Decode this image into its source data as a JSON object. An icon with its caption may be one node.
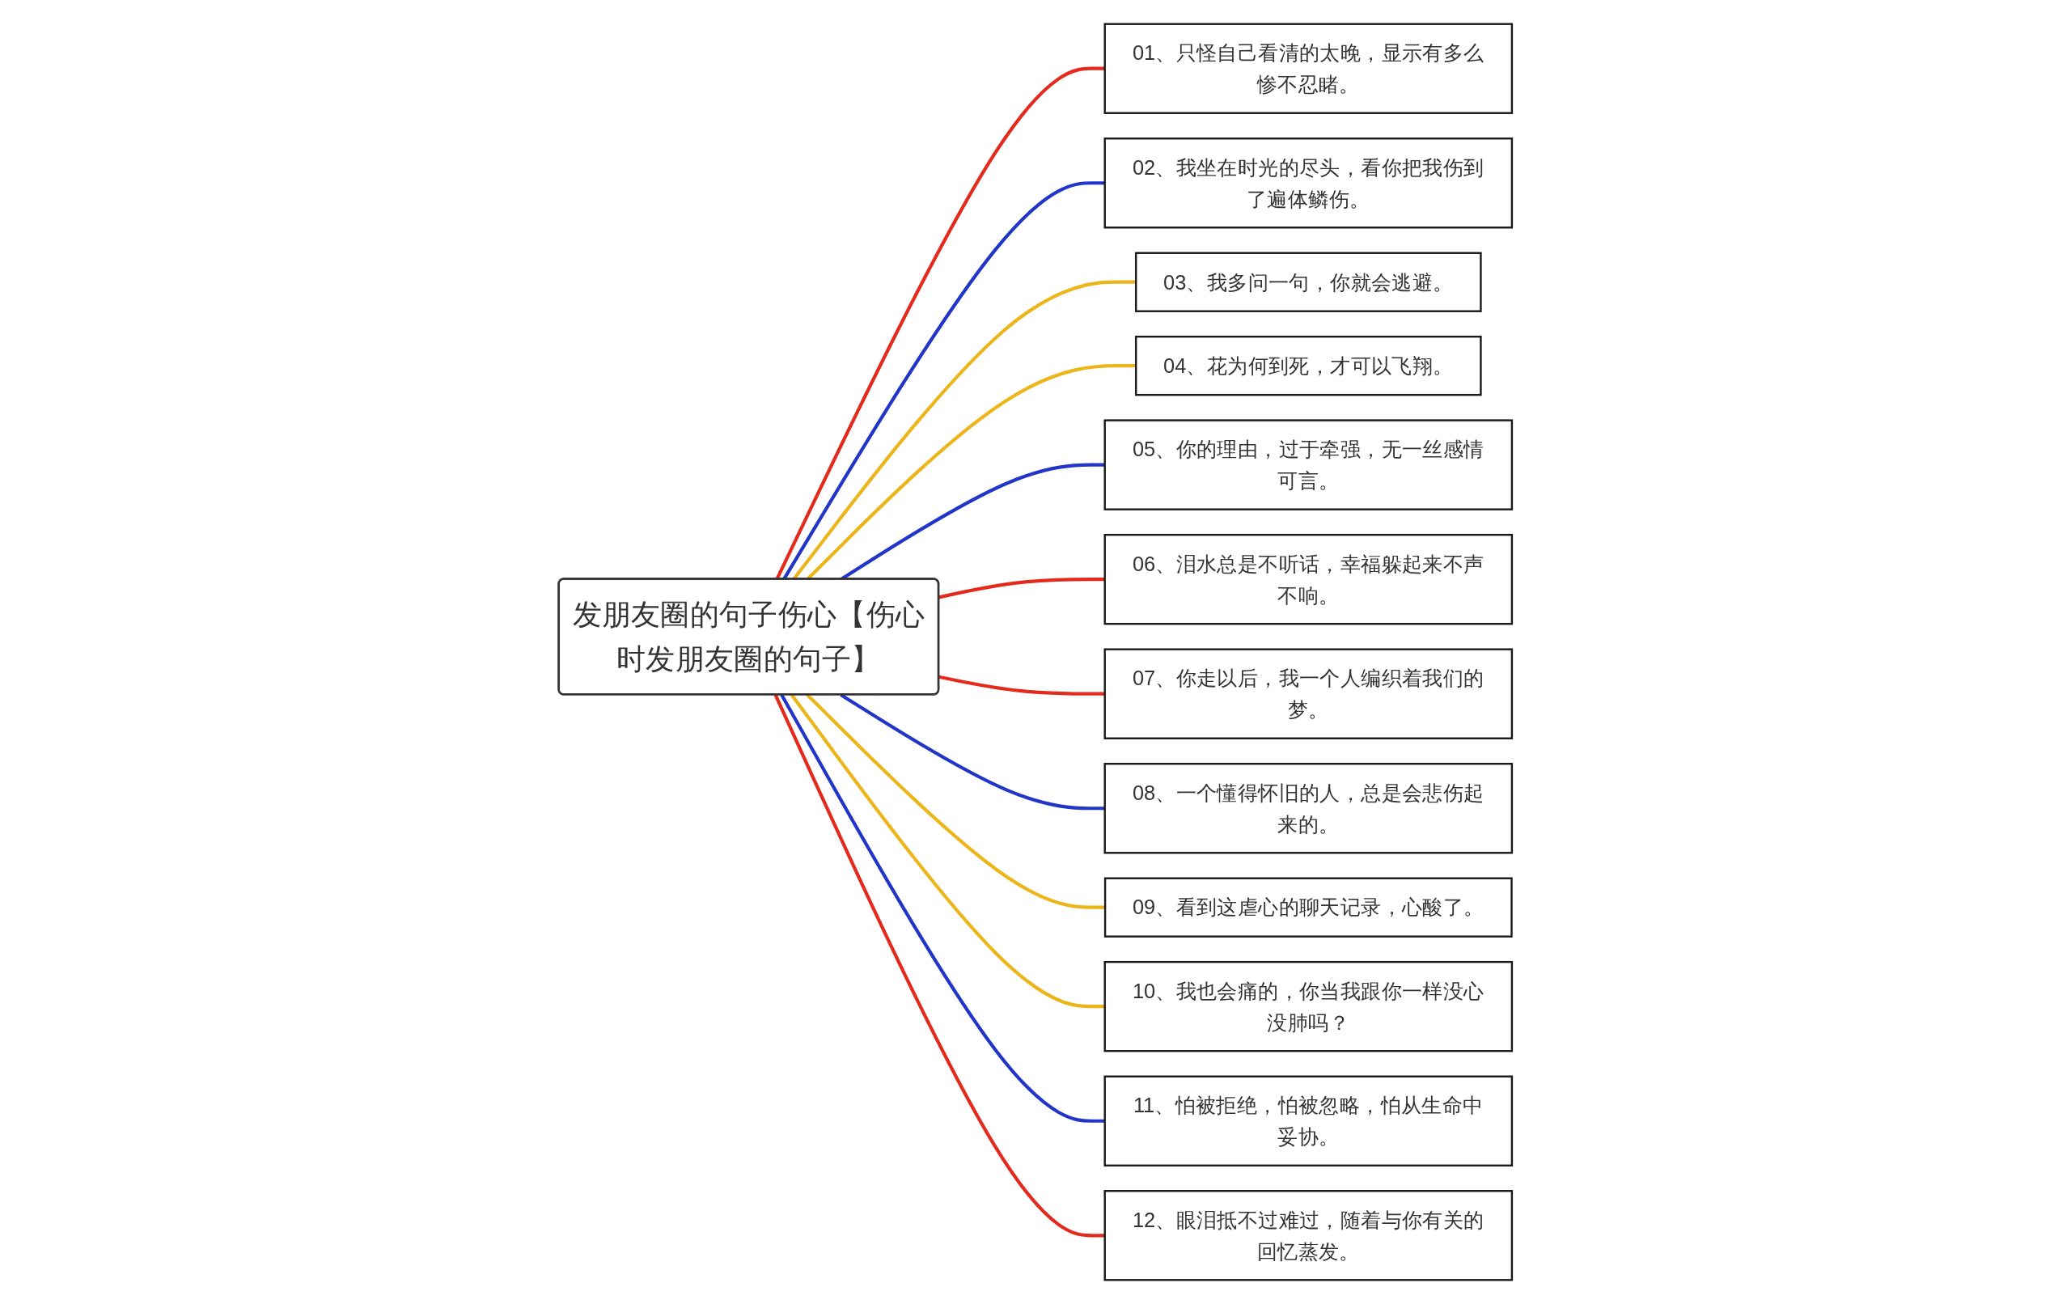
{
  "diagram": {
    "nodes": [
      {
        "text": [
          "发朋友圈的句子伤心【伤心时发朋友圈的句子】"
        ]
      },
      {
        "text": [
          "01、只怪自己看清的太晚，显示有多么惨不忍睹。"
        ]
      },
      {
        "text": [
          "02、我坐在时光的尽头，看你把我伤到了遍体鳞伤。"
        ]
      },
      {
        "text": [
          "03、我多问一句，你就会逃避。"
        ]
      },
      {
        "text": [
          "04、花为何到死，才可以飞翔。"
        ]
      },
      {
        "text": [
          "05、你的理由，过于牵强，无一丝感情可言。"
        ]
      },
      {
        "text": [
          "06、泪水总是不听话，幸福躲起来不声不响。"
        ]
      },
      {
        "text": [
          "07、你走以后，我一个人编织着我们的梦。"
        ]
      },
      {
        "text": [
          "08、一个懂得怀旧的人，总是会悲伤起来的。"
        ]
      },
      {
        "text": [
          "09、看到这虐心的聊天记录，心酸了。"
        ]
      },
      {
        "text": [
          "10、我也会痛的，你当我跟你一样没心没肺吗？"
        ]
      },
      {
        "text": [
          "11、怕被拒绝，怕被忽略，怕从生命中妥协。"
        ]
      },
      {
        "text": [
          "12、眼泪抵不过难过，随着与你有关的回忆蒸发。"
        ]
      }
    ],
    "edges": [
      {
        "from": 0,
        "to": 1,
        "arrow": "none",
        "color": "#e32a1d"
      },
      {
        "from": 0,
        "to": 2,
        "arrow": "none",
        "color": "#2136c8"
      },
      {
        "from": 0,
        "to": 3,
        "arrow": "none",
        "color": "#ecb51a"
      },
      {
        "from": 0,
        "to": 4,
        "arrow": "none",
        "color": "#ecb51a"
      },
      {
        "from": 0,
        "to": 5,
        "arrow": "none",
        "color": "#2136c8"
      },
      {
        "from": 0,
        "to": 6,
        "arrow": "none",
        "color": "#e32a1d"
      },
      {
        "from": 0,
        "to": 7,
        "arrow": "none",
        "color": "#e32a1d"
      },
      {
        "from": 0,
        "to": 8,
        "arrow": "none",
        "color": "#2136c8"
      },
      {
        "from": 0,
        "to": 9,
        "arrow": "none",
        "color": "#ecb51a"
      },
      {
        "from": 0,
        "to": 10,
        "arrow": "none",
        "color": "#ecb51a"
      },
      {
        "from": 0,
        "to": 11,
        "arrow": "none",
        "color": "#2136c8"
      },
      {
        "from": 0,
        "to": 12,
        "arrow": "none",
        "color": "#e32a1d"
      }
    ]
  }
}
